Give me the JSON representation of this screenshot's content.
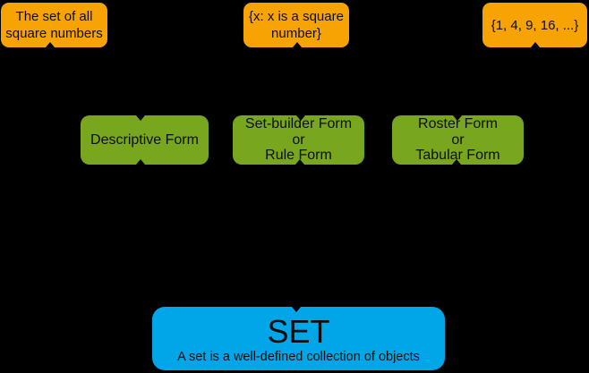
{
  "colors": {
    "background": "#000000",
    "example_box": "#F7A303",
    "form_box": "#79A61F",
    "root_box": "#00A6E8",
    "box_text": "#0D0D0D"
  },
  "examples": [
    {
      "label": "The set of all\nsquare numbers"
    },
    {
      "label": "{x: x is a square\nnumber}"
    },
    {
      "label": "{1, 4, 9, 16, ...}"
    }
  ],
  "forms": [
    {
      "label": "Descriptive Form"
    },
    {
      "label": "Set-builder Form\nor\nRule Form"
    },
    {
      "label": "Roster Form\nor\nTabular Form"
    }
  ],
  "root": {
    "title": "SET",
    "subtitle": "A set is a well-defined collection of objects"
  }
}
